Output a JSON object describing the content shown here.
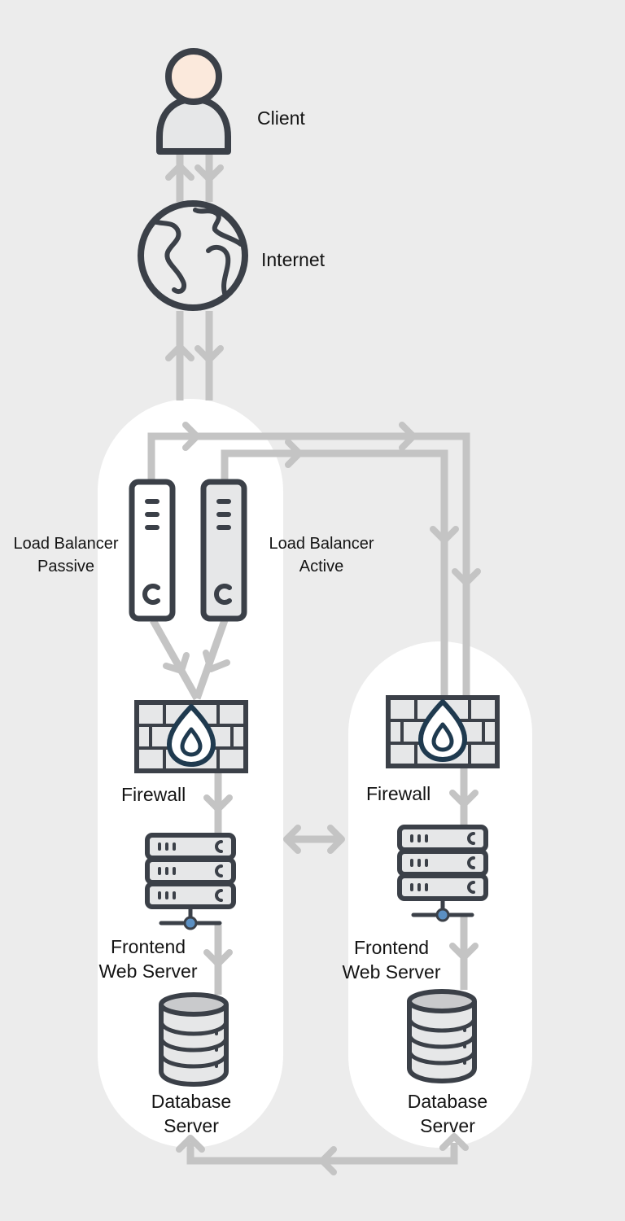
{
  "labels": {
    "client": "Client",
    "internet": "Internet",
    "lb_passive": [
      "Load Balancer",
      "Passive"
    ],
    "lb_active": [
      "Load Balancer",
      "Active"
    ],
    "firewall_left": "Firewall",
    "firewall_right": "Firewall",
    "frontend_left": [
      "Frontend",
      "Web Server"
    ],
    "frontend_right": [
      "Frontend",
      "Web Server"
    ],
    "database_left": [
      "Database",
      "Server"
    ],
    "database_right": [
      "Database",
      "Server"
    ]
  },
  "colors": {
    "background": "#ececec",
    "zone": "#ffffff",
    "connector": "#c4c4c4",
    "icon_stroke": "#3b4048",
    "icon_fill": "#e6e7e8",
    "icon_dark_fill": "#c9cacc",
    "skin": "#fbe9dc",
    "node_dot": "#5b8fc2",
    "firewall_drop": "#1f3a4f"
  },
  "icons": [
    "user-icon",
    "globe-icon",
    "server-tower-icon",
    "firewall-icon",
    "server-rack-icon",
    "database-icon"
  ]
}
